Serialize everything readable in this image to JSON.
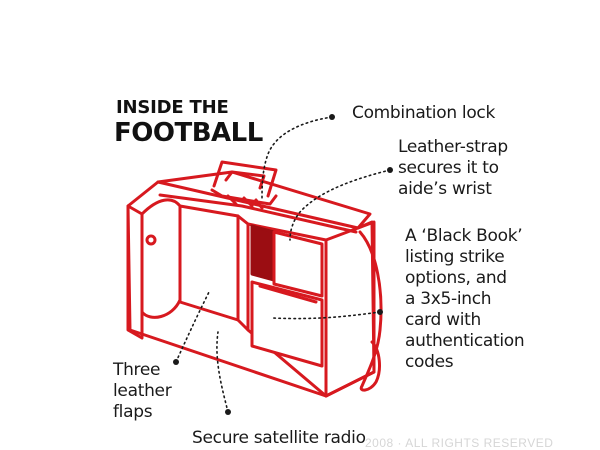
{
  "title": {
    "line1": "INSIDE THE",
    "line2": "FOOTBALL"
  },
  "labels": {
    "combination_lock": "Combination lock",
    "leather_strap": [
      "Leather-strap",
      "secures it to",
      "aide’s wrist"
    ],
    "black_book": [
      "A ‘Black Book’",
      "listing strike",
      "options, and",
      "a 3x5-inch",
      "card with",
      "authentication",
      "codes"
    ],
    "three_flaps": [
      "Three",
      "leather",
      "flaps"
    ],
    "satellite_radio": "Secure satellite radio"
  },
  "watermark": "2008 · ALL RIGHTS RESERVED",
  "colors": {
    "briefcase": "#d7191f",
    "text": "#1a1a1a",
    "leader": "#1a1a1a"
  }
}
